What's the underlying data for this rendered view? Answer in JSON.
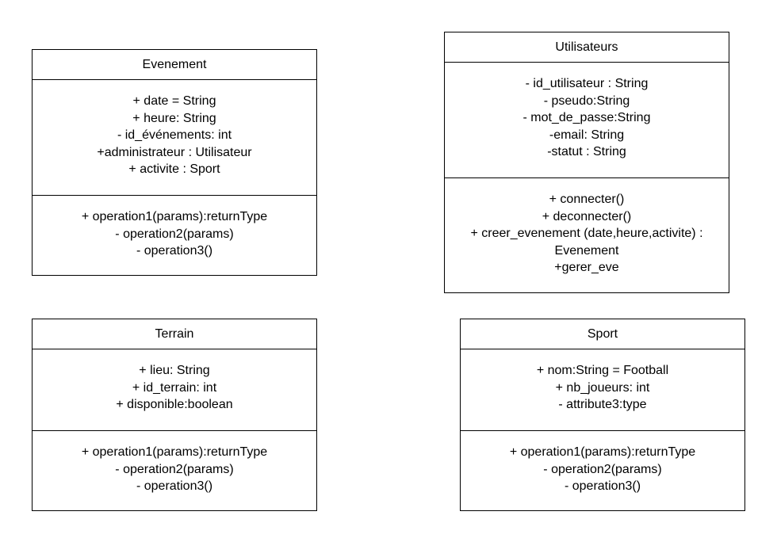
{
  "classes": {
    "evenement": {
      "name": "Evenement",
      "attributes": [
        "+ date = String",
        "+ heure: String",
        "- id_événements: int",
        "+administrateur : Utilisateur",
        "+ activite : Sport"
      ],
      "operations": [
        "+ operation1(params):returnType",
        "- operation2(params)",
        "- operation3()"
      ]
    },
    "utilisateurs": {
      "name": "Utilisateurs",
      "attributes": [
        "- id_utilisateur : String",
        "- pseudo:String",
        "- mot_de_passe:String",
        "-email: String",
        "-statut : String"
      ],
      "operations": [
        "+ connecter()",
        "+ deconnecter()",
        "+ creer_evenement (date,heure,activite) :",
        "Evenement",
        "+gerer_eve"
      ]
    },
    "terrain": {
      "name": "Terrain",
      "attributes": [
        "+ lieu: String",
        "+ id_terrain: int",
        "+ disponible:boolean"
      ],
      "operations": [
        "+ operation1(params):returnType",
        "- operation2(params)",
        "- operation3()"
      ]
    },
    "sport": {
      "name": "Sport",
      "attributes": [
        "+ nom:String = Football",
        "+ nb_joueurs: int",
        "- attribute3:type"
      ],
      "operations": [
        "+ operation1(params):returnType",
        "- operation2(params)",
        "- operation3()"
      ]
    }
  }
}
